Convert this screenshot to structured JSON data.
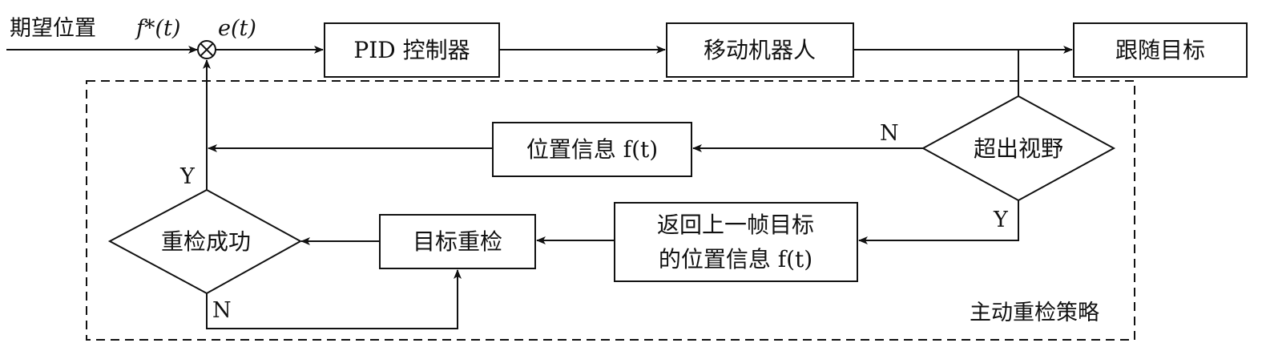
{
  "input": {
    "label": "期望位置",
    "symbol": "f*(t)",
    "error_symbol": "e(t)"
  },
  "blocks": {
    "pid": "PID 控制器",
    "robot": "移动机器人",
    "target": "跟随目标",
    "position_info": "位置信息 f(t)",
    "prev_frame_line1": "返回上一帧目标",
    "prev_frame_line2": "的位置信息 f(t)",
    "redetect": "目标重检"
  },
  "decisions": {
    "out_of_view": "超出视野",
    "redetect_success": "重检成功"
  },
  "branch_labels": {
    "out_of_view_no": "N",
    "out_of_view_yes": "Y",
    "success_yes": "Y",
    "success_no": "N"
  },
  "strategy_label": "主动重检策略"
}
